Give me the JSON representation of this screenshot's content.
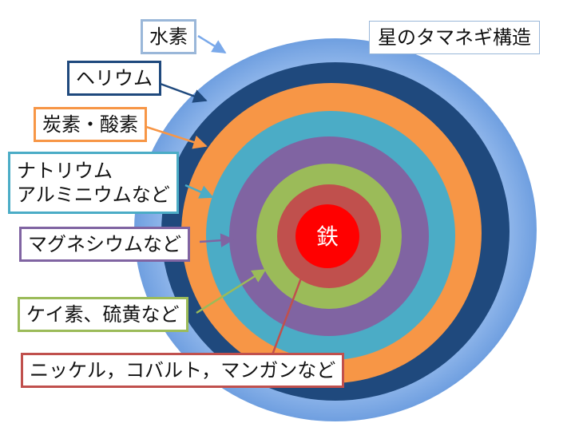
{
  "title": "星のタマネギ構造",
  "core_label": "鉄",
  "layers": [
    {
      "label": "水素",
      "color": "#7aa9ea"
    },
    {
      "label": "ヘリウム",
      "color": "#1f497d"
    },
    {
      "label": "炭素・酸素",
      "color": "#f79646"
    },
    {
      "label": "ナトリウム\nアルミニウムなど",
      "color": "#4bacc6"
    },
    {
      "label": "マグネシウムなど",
      "color": "#8064a2"
    },
    {
      "label": "ケイ素、硫黄など",
      "color": "#9bbb59"
    },
    {
      "label": "ニッケル，コバルト，マンガンなど",
      "color": "#c0504d"
    }
  ],
  "colors": {
    "core_fill": "#ff0000",
    "core_text": "#ffffff",
    "hydrogen_label_border": "#9ab7d9"
  }
}
